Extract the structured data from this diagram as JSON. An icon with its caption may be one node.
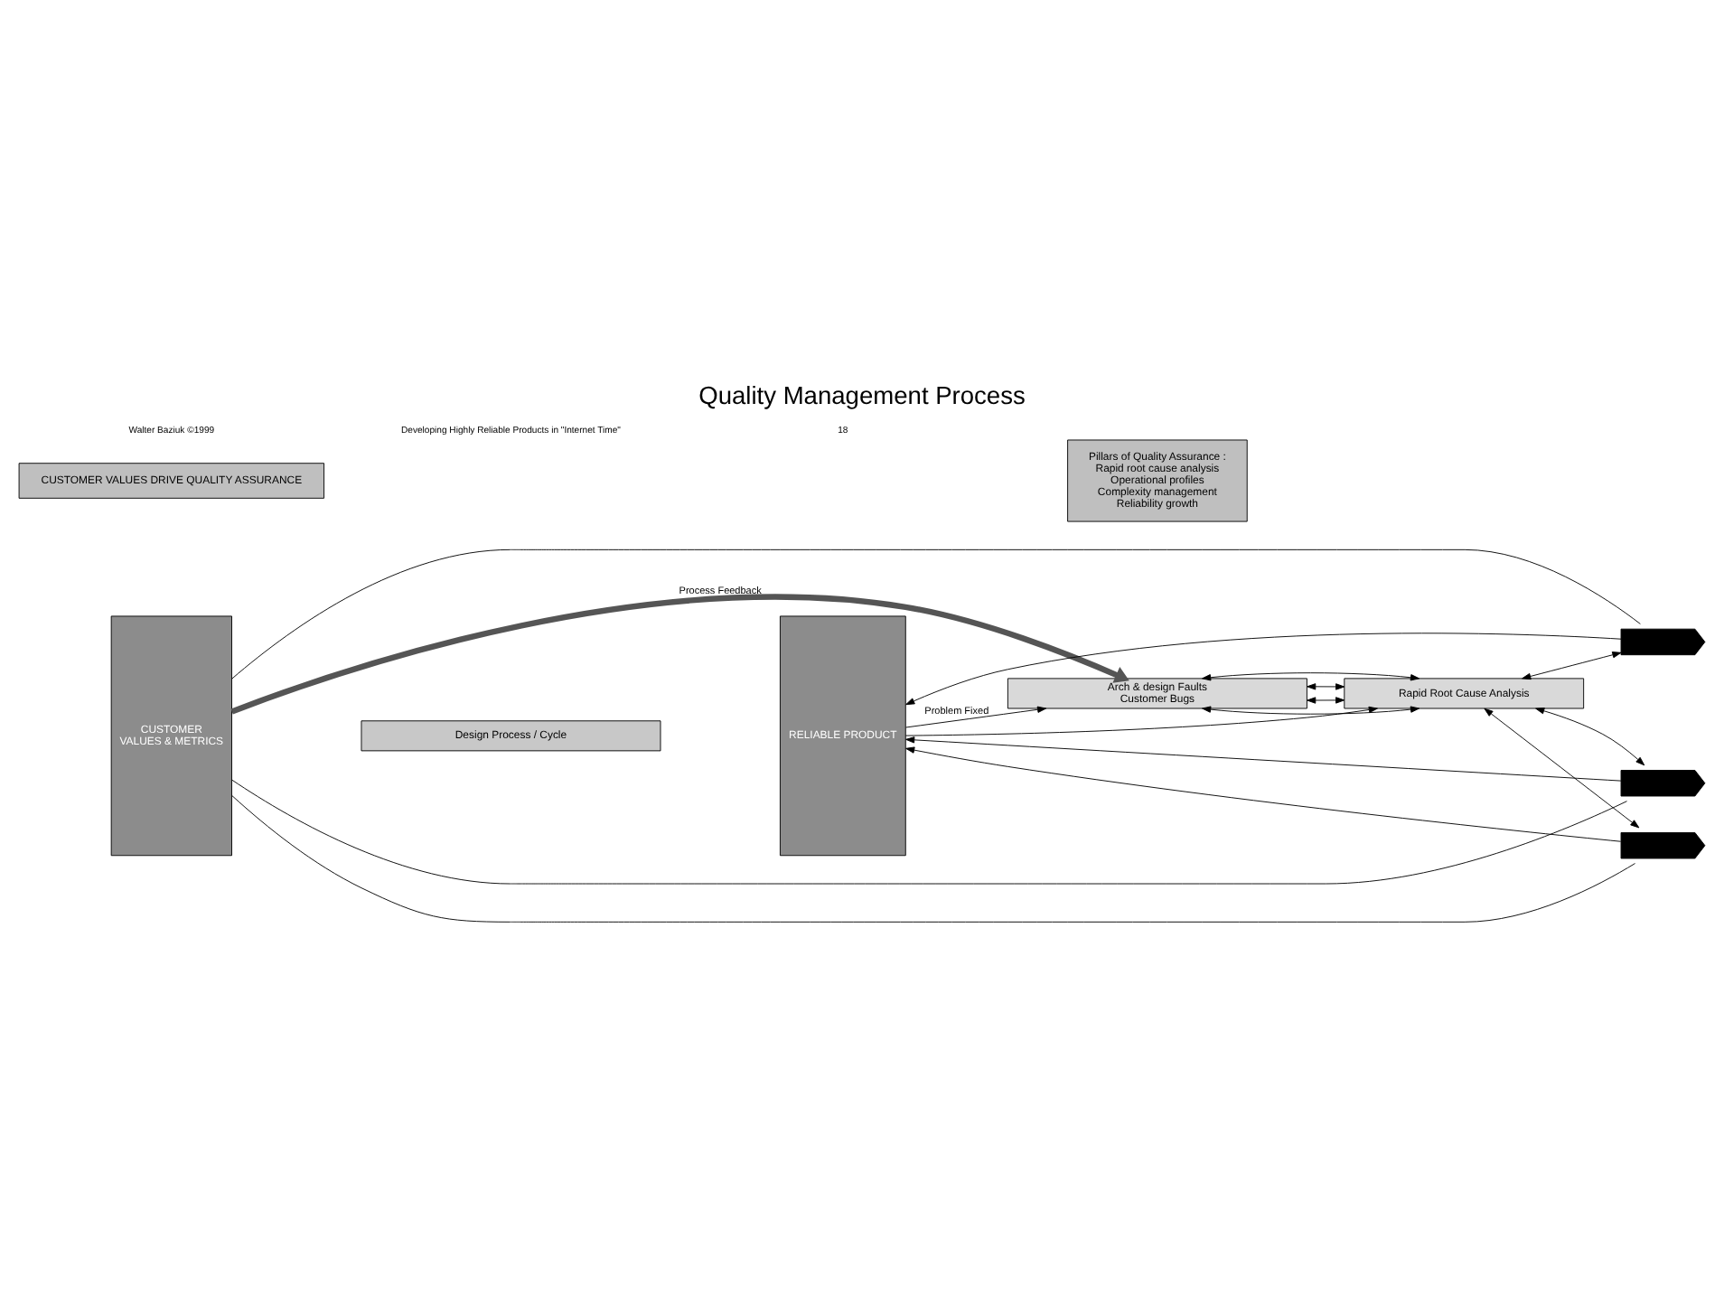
{
  "diagram": {
    "title": "Quality Management Process",
    "nodes": [
      {
        "text": [
          "CUSTOMER",
          "VALUES & METRICS"
        ]
      },
      {
        "text": [
          "Design Process / Cycle"
        ]
      },
      {
        "text": [
          "RELIABLE PRODUCT"
        ]
      },
      {
        "text": [
          "Arch & design Faults",
          "Customer Bugs"
        ]
      },
      {
        "text": [
          "Rapid Root Cause Analysis"
        ]
      },
      {
        "text": [],
        "shape": "pentagon"
      },
      {
        "text": [],
        "shape": "pentagon"
      },
      {
        "text": [],
        "shape": "pentagon"
      },
      {
        "text": [
          "CUSTOMER VALUES DRIVE QUALITY ASSURANCE"
        ]
      },
      {
        "text": [
          "Pillars of Quality Assurance :",
          "Rapid root cause analysis",
          "Operational profiles",
          "Complexity management",
          "Reliability growth"
        ]
      }
    ],
    "edges": [
      {
        "from": 0,
        "to": 3,
        "arrow": "to",
        "label": "Process Feedback",
        "style": "thick"
      },
      {
        "from": 3,
        "to": 4,
        "arrow": "both"
      },
      {
        "from": 3,
        "to": 4,
        "arrow": "both"
      },
      {
        "from": 3,
        "to": 4,
        "arrow": "both"
      },
      {
        "from": 3,
        "to": 4,
        "arrow": "both"
      },
      {
        "from": 2,
        "to": 3,
        "arrow": "to",
        "label": "Problem Fixed"
      },
      {
        "from": 2,
        "to": 4,
        "arrow": "to"
      },
      {
        "from": 4,
        "to": 5,
        "arrow": "both"
      },
      {
        "from": 4,
        "to": 6,
        "arrow": "both"
      },
      {
        "from": 4,
        "to": 7,
        "arrow": "both"
      },
      {
        "from": 0,
        "to": 5,
        "arrow": "none"
      },
      {
        "from": 5,
        "to": 2,
        "arrow": "to"
      },
      {
        "from": 0,
        "to": 6,
        "arrow": "none"
      },
      {
        "from": 6,
        "to": 2,
        "arrow": "to"
      },
      {
        "from": 0,
        "to": 7,
        "arrow": "none"
      },
      {
        "from": 7,
        "to": 2,
        "arrow": "to"
      }
    ],
    "labels": [
      "Walter Baziuk ©1999",
      "Developing Highly Reliable Products in \"Internet Time\"",
      "18"
    ]
  }
}
